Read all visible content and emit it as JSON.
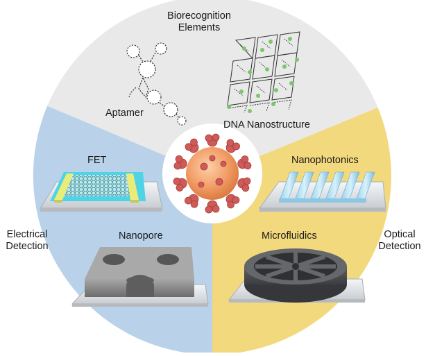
{
  "sections": {
    "top": {
      "title_line1": "Biorecognition",
      "title_line2": "Elements",
      "color": "#e8e8e8",
      "items": [
        {
          "label": "Aptamer",
          "icon": "aptamer-icon"
        },
        {
          "label": "DNA Nanostructure",
          "icon": "dna-nanostructure-icon"
        }
      ]
    },
    "left": {
      "title_line1": "Electrical",
      "title_line2": "Detection",
      "color": "#b7d0e8",
      "items": [
        {
          "label": "FET",
          "icon": "fet-device-icon"
        },
        {
          "label": "Nanopore",
          "icon": "nanopore-membrane-icon"
        }
      ]
    },
    "right": {
      "title_line1": "Optical",
      "title_line2": "Detection",
      "color": "#f2d77c",
      "items": [
        {
          "label": "Nanophotonics",
          "icon": "nanophotonics-grating-icon"
        },
        {
          "label": "Microfluidics",
          "icon": "microfluidic-disc-icon"
        }
      ]
    }
  },
  "center": {
    "icon": "virus-particle-icon",
    "color": "#f0a070"
  }
}
